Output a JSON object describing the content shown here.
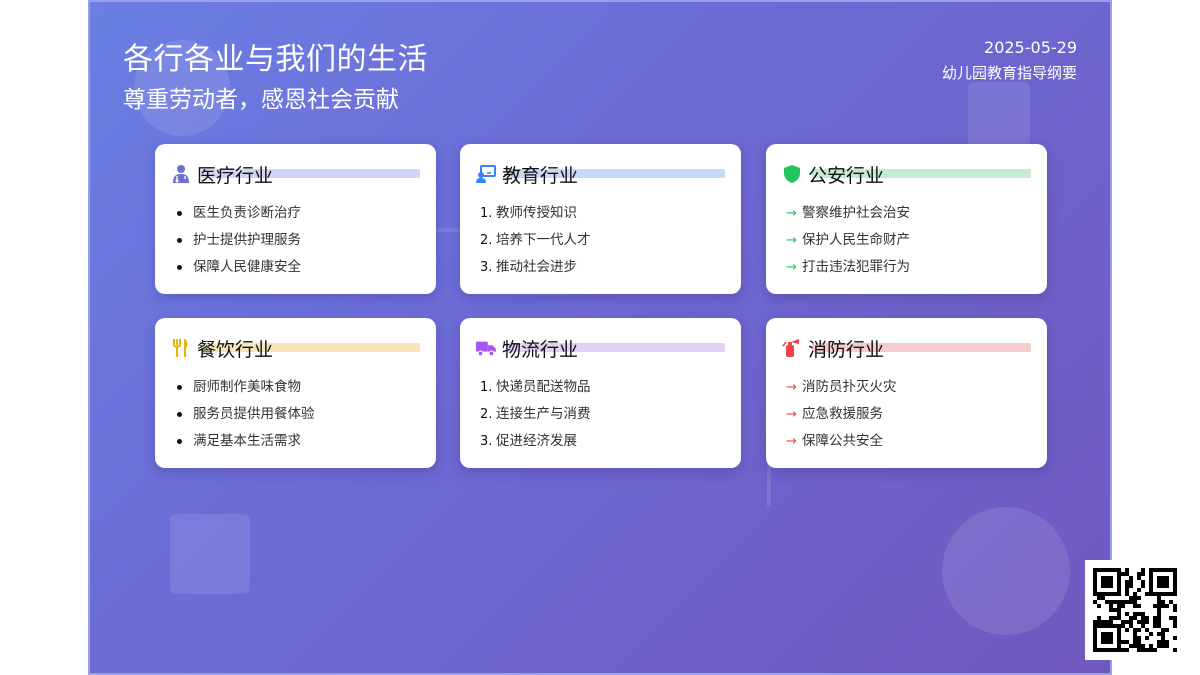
{
  "header": {
    "title": "各行各业与我们的生活",
    "subtitle": "尊重劳动者，感恩社会贡献",
    "date": "2025-05-29",
    "source": "幼儿园教育指导纲要"
  },
  "cards": [
    {
      "title": "医疗行业",
      "icon": "doctor-icon",
      "list_style": "bullet",
      "accent": "#d3d5f5",
      "items": [
        "医生负责诊断治疗",
        "护士提供护理服务",
        "保障人民健康安全"
      ]
    },
    {
      "title": "教育行业",
      "icon": "teacher-icon",
      "list_style": "numbered",
      "accent": "#c9daf5",
      "items": [
        "教师传授知识",
        "培养下一代人才",
        "推动社会进步"
      ]
    },
    {
      "title": "公安行业",
      "icon": "shield-icon",
      "list_style": "arrow",
      "accent": "#c5ecd0",
      "items": [
        "警察维护社会治安",
        "保护人民生命财产",
        "打击违法犯罪行为"
      ]
    },
    {
      "title": "餐饮行业",
      "icon": "utensils-icon",
      "list_style": "bullet",
      "accent": "#f7e7b8",
      "items": [
        "厨师制作美味食物",
        "服务员提供用餐体验",
        "满足基本生活需求"
      ]
    },
    {
      "title": "物流行业",
      "icon": "truck-icon",
      "list_style": "numbered",
      "accent": "#e4d0f5",
      "items": [
        "快递员配送物品",
        "连接生产与消费",
        "促进经济发展"
      ]
    },
    {
      "title": "消防行业",
      "icon": "fire-extinguisher-icon",
      "list_style": "arrow",
      "accent": "#f7cccc",
      "items": [
        "消防员扑灭火灾",
        "应急救援服务",
        "保障公共安全"
      ]
    }
  ],
  "numbers": [
    "1.",
    "2.",
    "3."
  ],
  "arrow_glyph": "→",
  "colors": {
    "doctor": "#6b6fd6",
    "teacher": "#3b82f6",
    "police": "#22c55e",
    "food": "#eab308",
    "logistics": "#a855f7",
    "fire": "#ef4444"
  }
}
